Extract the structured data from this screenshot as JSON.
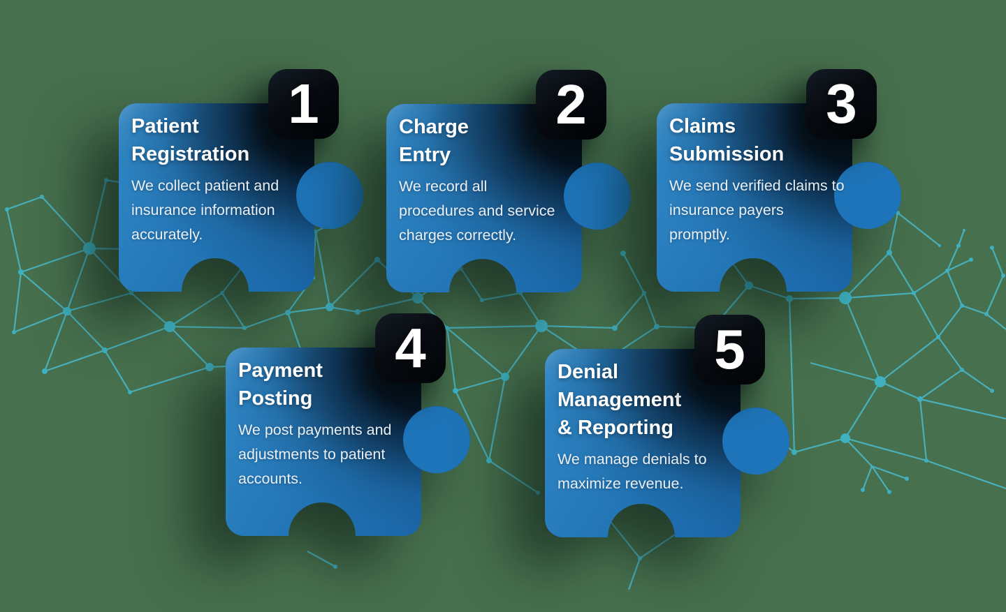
{
  "infographic": {
    "theme": "medical billing process puzzle steps",
    "background_color": "#47704e",
    "network_color": "#4ab6c4",
    "piece_blue": "#2378ba",
    "piece_dark": "#060f1c",
    "badge_color": "#070b10",
    "text_color": "#ffffff"
  },
  "steps": [
    {
      "number": "1",
      "title": "Patient\nRegistration",
      "description": "We collect patient and\ninsurance information\naccurately."
    },
    {
      "number": "2",
      "title": "Charge\nEntry",
      "description": "We record all\nprocedures and service\ncharges correctly."
    },
    {
      "number": "3",
      "title": "Claims\nSubmission",
      "description": "We send verified claims to\ninsurance payers\npromptly."
    },
    {
      "number": "4",
      "title": "Payment\nPosting",
      "description": "We post payments and\nadjustments to patient\naccounts."
    },
    {
      "number": "5",
      "title": "Denial\nManagement\n& Reporting",
      "description": "We manage denials to\nmaximize revenue."
    }
  ]
}
